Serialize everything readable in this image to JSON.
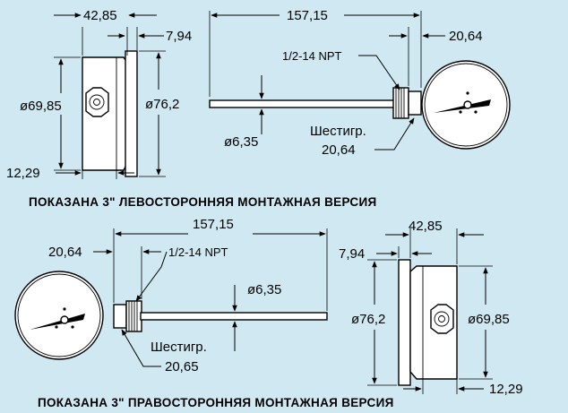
{
  "top": {
    "dim_case_depth": "42,85",
    "dim_bezel": "7,94",
    "dim_case_dia": "ø69,85",
    "dim_bezel_dia": "ø76,2",
    "dim_offset": "12,29",
    "dim_stem_length": "157,15",
    "dim_thread_len": "20,64",
    "thread_label": "1/2-14 NPT",
    "dim_stem_dia": "ø6,35",
    "hex_label": "Шестигр.",
    "hex_value": "20,64",
    "caption": "ПОКАЗАНА 3\" ЛЕВОСТОРОННЯЯ МОНТАЖНАЯ ВЕРСИЯ"
  },
  "bottom": {
    "dim_stem_length": "157,15",
    "dim_thread_len": "20,64",
    "thread_label": "1/2-14 NPT",
    "dim_stem_dia": "ø6,35",
    "hex_label": "Шестигр.",
    "hex_value": "20,65",
    "dim_case_depth": "42,85",
    "dim_bezel": "7,94",
    "dim_bezel_dia": "ø76,2",
    "dim_case_dia": "ø69,85",
    "dim_offset": "12,29",
    "caption": "ПОКАЗАНА 3\" ПРАВОСТОРОННЯЯ МОНТАЖНАЯ ВЕРСИЯ"
  }
}
